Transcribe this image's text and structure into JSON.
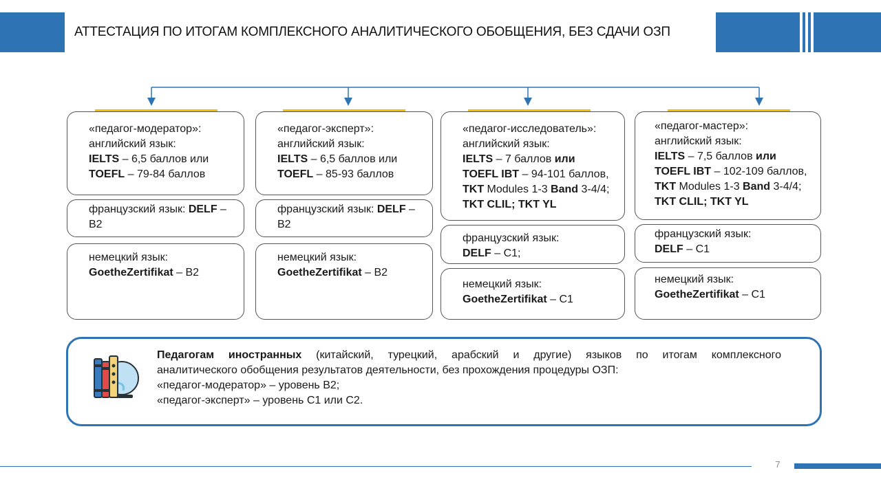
{
  "header": {
    "title": "АТТЕСТАЦИЯ ПО ИТОГАМ КОМПЛЕКСНОГО АНАЛИТИЧЕСКОГО ОБОБЩЕНИЯ, БЕЗ СДАЧИ ОЗП"
  },
  "columns": [
    {
      "main": [
        {
          "t": "«педагог-модератор»:"
        },
        {
          "t": "английский язык:"
        },
        {
          "b": "IELTS",
          "t": "  – 6,5 баллов или"
        },
        {
          "b": "TOEFL",
          "t": " – 79-84 баллов"
        }
      ],
      "french": [
        {
          "t": "французский язык: ",
          "b2": "DELF",
          "t2": " –"
        },
        {
          "t": "B2"
        }
      ],
      "german": [
        {
          "t": "немецкий язык:"
        },
        {
          "b": "GoetheZertifikat",
          "t": " – B2"
        }
      ]
    },
    {
      "main": [
        {
          "t": "«педагог-эксперт»:"
        },
        {
          "t": "английский язык:"
        },
        {
          "b": "IELTS",
          "t": "  – 6,5 баллов или"
        },
        {
          "b": "TOEFL",
          "t": " – 85-93 баллов"
        }
      ],
      "french": [
        {
          "t": "французский язык: ",
          "b2": "DELF",
          "t2": " –"
        },
        {
          "t": "B2"
        }
      ],
      "german": [
        {
          "t": "немецкий язык:"
        },
        {
          "b": "GoetheZertifikat",
          "t": " – B2"
        }
      ]
    },
    {
      "main": [
        {
          "t": "«педагог-исследователь»:"
        },
        {
          "t": "английский язык:"
        },
        {
          "b": "IELTS",
          "t": "  – 7 баллов ",
          "b2": "или"
        },
        {
          "b": "TOEFL IBT",
          "t": " – 94-101 баллов,"
        },
        {
          "b": "TKT",
          "t": " Modules 1-3 ",
          "b2": "Band",
          "t2": " 3-4/4;"
        },
        {
          "b": "TKT CLIL; TKT YL"
        }
      ],
      "french": [
        {
          "t": "французский язык:"
        },
        {
          "b": "DELF",
          "t": " – C1;"
        }
      ],
      "german": [
        {
          "t": "немецкий язык:"
        },
        {
          "b": "GoetheZertifikat",
          "t": " – C1"
        }
      ]
    },
    {
      "main": [
        {
          "t": "«педагог-мастер»:"
        },
        {
          "t": "английский язык:"
        },
        {
          "b": "IELTS",
          "t": "  – 7,5 баллов ",
          "b2": "или"
        },
        {
          "b": "TOEFL IBT",
          "t": " – 102-109 баллов,"
        },
        {
          "b": "TKT",
          "t": " Modules 1-3 ",
          "b2": "Band",
          "t2": " 3-4/4;"
        },
        {
          "b": "TKT CLIL; TKT YL"
        }
      ],
      "french": [
        {
          "t": "французский язык:"
        },
        {
          "b": "DELF",
          "t": " – C1"
        }
      ],
      "german": [
        {
          "t": "немецкий язык:"
        },
        {
          "b": "GoetheZertifikat",
          "t": " – C1"
        }
      ]
    }
  ],
  "info": {
    "lead_bold": "Педагогам иностранных",
    "line1_rest": " (китайский, турецкий, арабский и другие) языков по итогам комплексного",
    "line2": "аналитического обобщения результатов деятельности, без прохождения процедуры ОЗП:",
    "line3": "«педагог-модератор» – уровень B2;",
    "line4": "«педагог-эксперт» – уровень C1 или C2."
  },
  "footer": {
    "page_number": "7"
  },
  "colors": {
    "accent_blue": "#2e74b5",
    "accent_yellow": "#f5c000"
  },
  "icons": {
    "info_icon": "books-globe-icon"
  }
}
